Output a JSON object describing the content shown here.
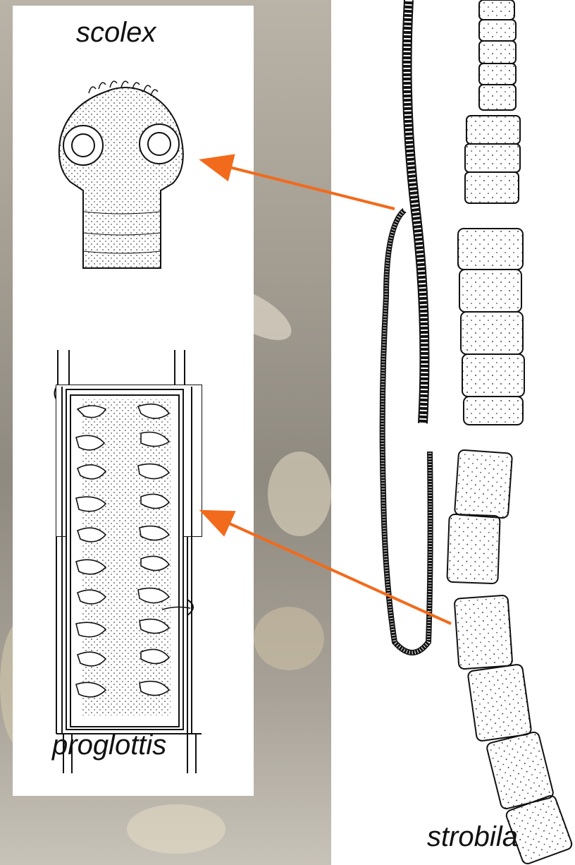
{
  "labels": {
    "scolex": "scolex",
    "proglottis": "proglottis",
    "strobila": "strobila"
  },
  "colors": {
    "arrow": "#f26a1b",
    "ink": "#111111",
    "panel": "#ffffff",
    "photo_background": "#9c968c"
  },
  "callouts": [
    {
      "from": "strobila-scolex-end",
      "to": "scolex"
    },
    {
      "from": "strobila-segment",
      "to": "proglottis"
    }
  ]
}
